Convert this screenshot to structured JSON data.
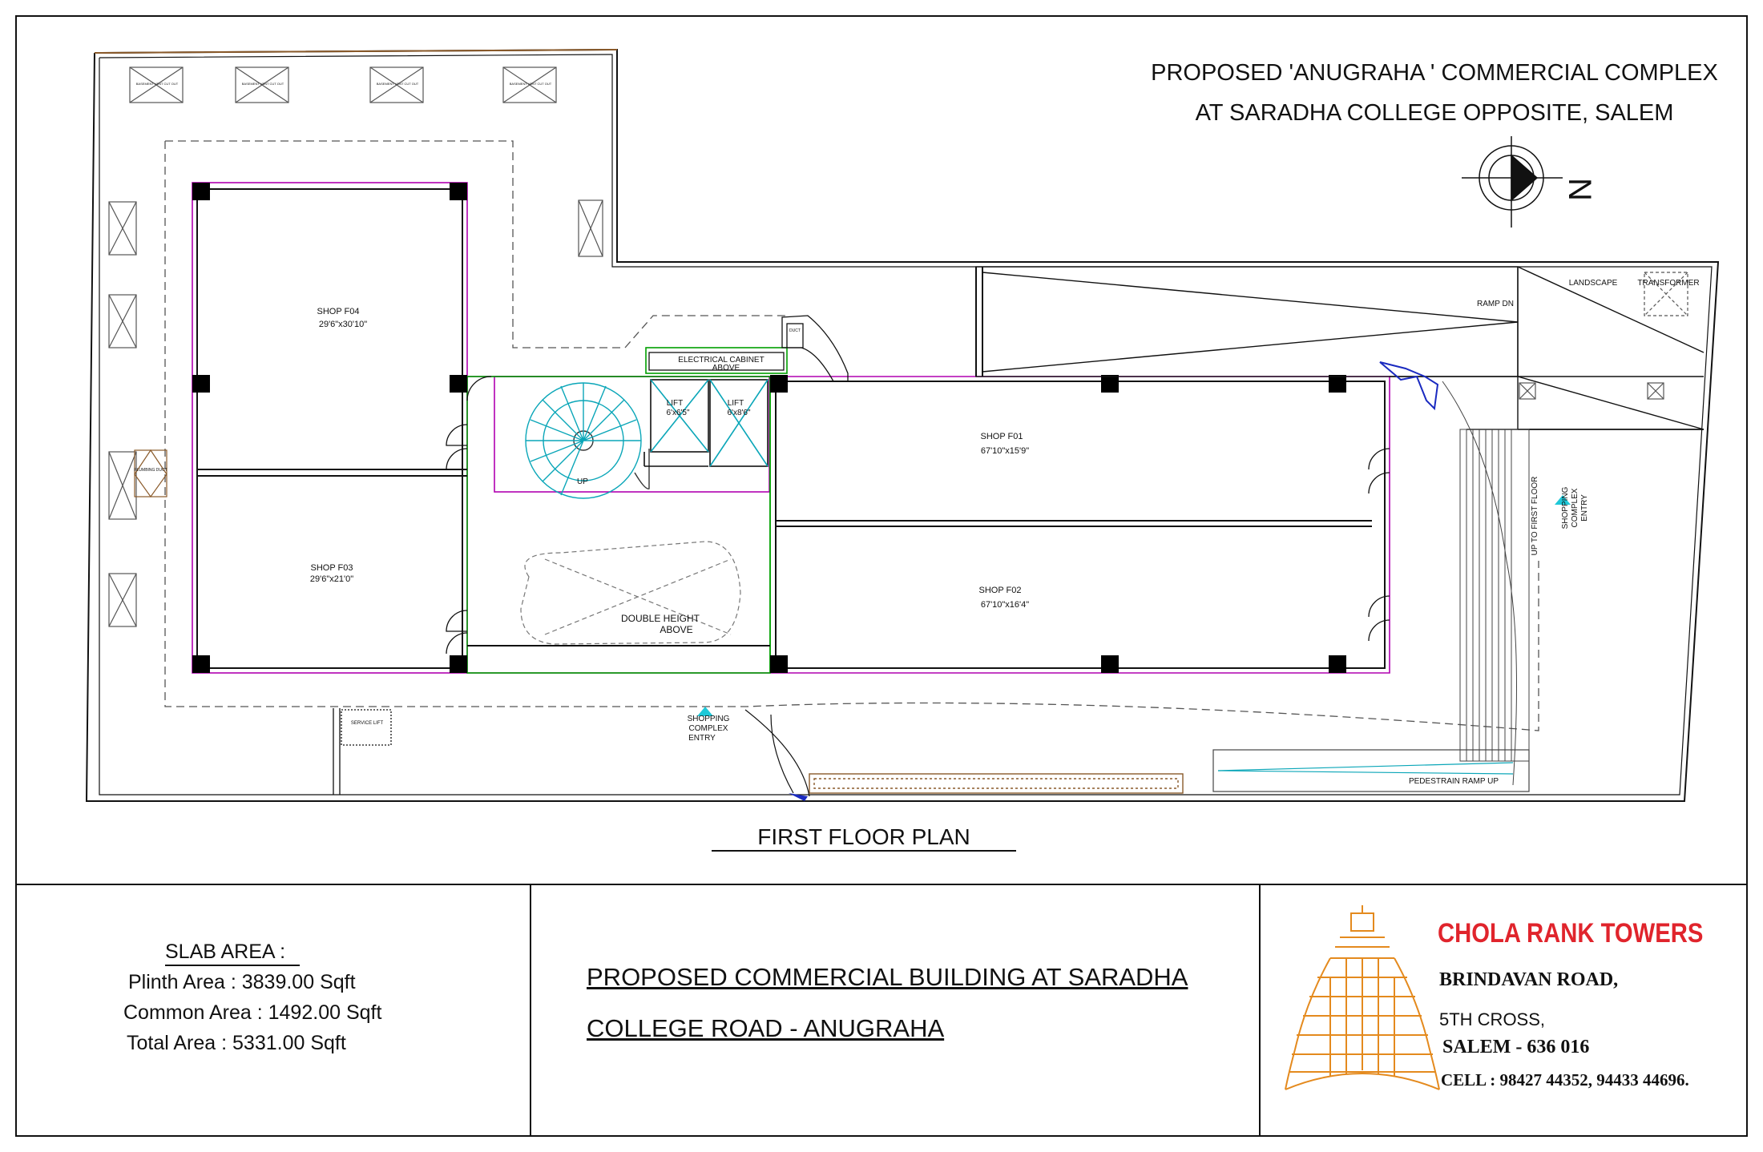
{
  "header": {
    "title_line1": "PROPOSED 'ANUGRAHA ' COMMERCIAL COMPLEX",
    "title_line2": "AT SARADHA COLLEGE OPPOSITE, SALEM",
    "north_label": "N"
  },
  "plan": {
    "plan_title": "FIRST FLOOR PLAN",
    "shops": [
      {
        "name": "SHOP F04",
        "size": "29'6\"x30'10\""
      },
      {
        "name": "SHOP F03",
        "size": "29'6\"x21'0\""
      },
      {
        "name": "SHOP F01",
        "size": "67'10\"x15'9\""
      },
      {
        "name": "SHOP F02",
        "size": "67'10\"x16'4\""
      }
    ],
    "lifts": [
      {
        "name": "LIFT",
        "size": "6'x6'5\""
      },
      {
        "name": "LIFT",
        "size": "6'x8'6\""
      }
    ],
    "electrical_cabinet": [
      "ELECTRICAL CABINET",
      "ABOVE"
    ],
    "stair_label": "UP",
    "double_height": [
      "DOUBLE HEIGHT",
      "ABOVE"
    ],
    "shopping_entry_bottom": [
      "SHOPPING",
      "COMPLEX",
      "ENTRY"
    ],
    "shopping_entry_right": [
      "SHOPPING",
      "COMPLEX",
      "ENTRY"
    ],
    "up_to_first_floor": "UP TO FIRST FLOOR",
    "pedestrian_ramp": "PEDESTRAIN RAMP UP",
    "ramp_dn": "RAMP DN",
    "landscape": "LANDSCAPE",
    "transformer": "TRANSFORMER",
    "basement_cutout": "BASEMENT VENT CUT OUT",
    "plumbing_duct": "PLUMBING DUCT",
    "service_lift": "SERVICE LIFT",
    "duct": "DUCT"
  },
  "slab_area": {
    "heading": "SLAB AREA :",
    "plinth": "Plinth Area : 3839.00 Sqft",
    "common": "Common Area : 1492.00 Sqft",
    "total": "Total Area : 5331.00 Sqft"
  },
  "project": {
    "line1": "PROPOSED COMMERCIAL BUILDING AT SARADHA",
    "line2": "COLLEGE ROAD - ANUGRAHA"
  },
  "firm": {
    "name": "CHOLA RANK TOWERS",
    "address1": "BRINDAVAN ROAD,",
    "address2": "5TH CROSS,",
    "address3": "SALEM - 636 016",
    "phone": "CELL : 98427 44352, 94433 44696."
  },
  "colors": {
    "line": "#111111",
    "magenta": "#b000b0",
    "green": "#00a000",
    "cyan": "#0aa6b8",
    "firm_red": "#e0242c",
    "logo_orange": "#e48a1e",
    "blue": "#1a2ac0"
  }
}
